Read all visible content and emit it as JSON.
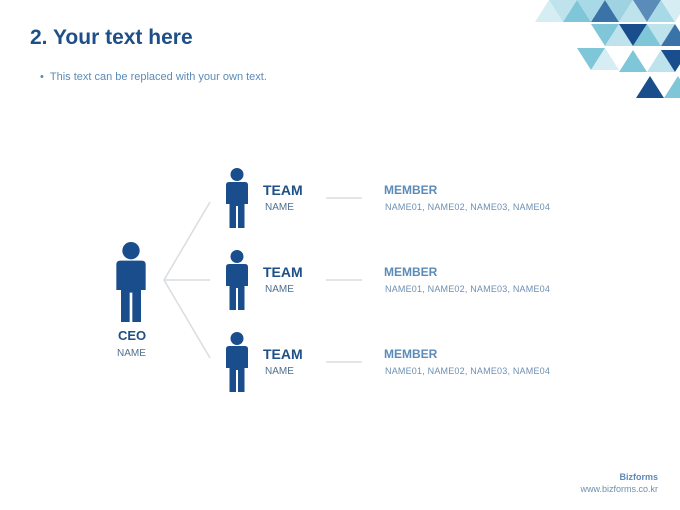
{
  "title": "2. Your text here",
  "subtitle_bullet": "This text can be replaced with your own text.",
  "ceo": {
    "title": "CEO",
    "name": "NAME"
  },
  "teams": [
    {
      "title": "TEAM",
      "name": "NAME",
      "member_title": "MEMBER",
      "members": "NAME01,  NAME02,  NAME03,  NAME04"
    },
    {
      "title": "TEAM",
      "name": "NAME",
      "member_title": "MEMBER",
      "members": "NAME01,  NAME02,  NAME03,  NAME04"
    },
    {
      "title": "TEAM",
      "name": "NAME",
      "member_title": "MEMBER",
      "members": "NAME01,  NAME02,  NAME03,  NAME04"
    }
  ],
  "footer": {
    "brand": "Bizforms",
    "url": "www.bizforms.co.kr"
  },
  "colors": {
    "primary": "#1e4f87",
    "accent": "#5b8bb8",
    "icon": "#1a4d8c",
    "line": "#d9dde2"
  }
}
